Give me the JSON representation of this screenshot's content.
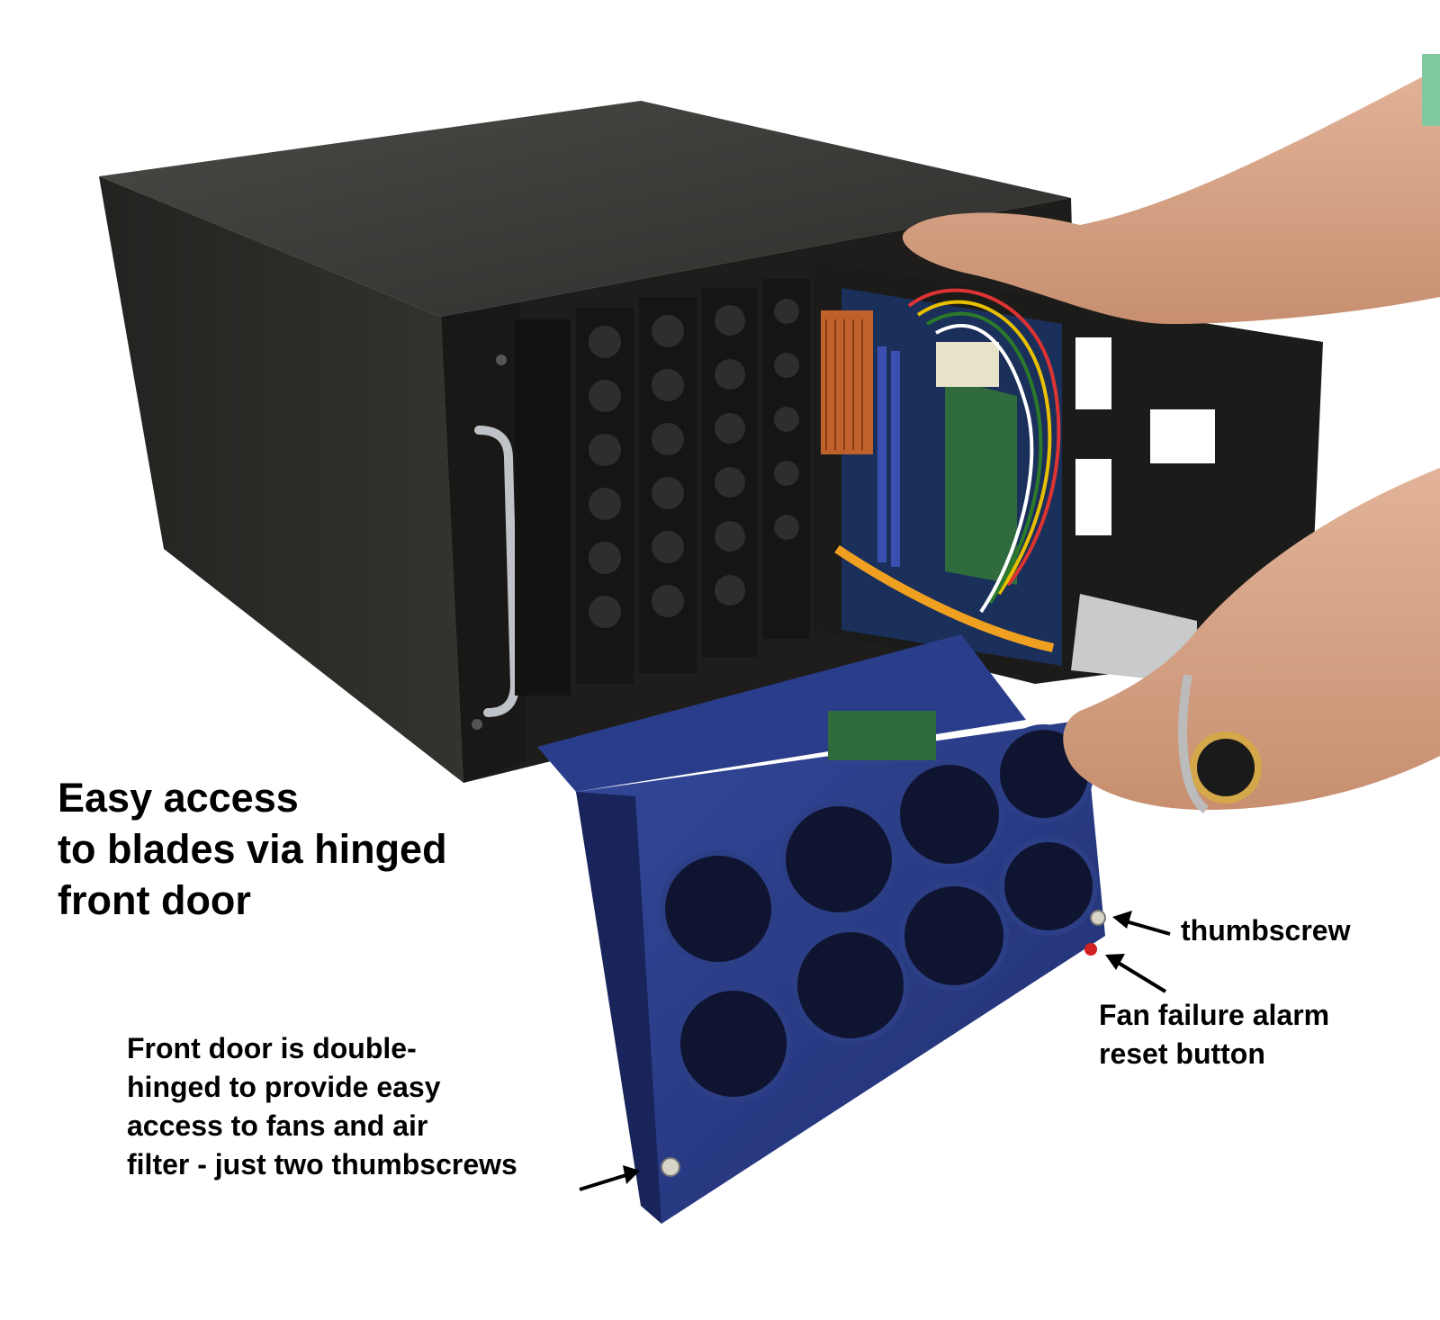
{
  "headline": {
    "lines": [
      "Easy access",
      "to blades via hinged",
      "front door"
    ]
  },
  "front_door_note": {
    "lines": [
      "Front door is double-",
      "hinged to provide easy",
      "access to fans and air",
      "filter - just two thumbscrews"
    ]
  },
  "thumbscrew_label": "thumbscrew",
  "alarm_label": {
    "lines": [
      "Fan failure alarm",
      "reset button"
    ]
  },
  "colors": {
    "chassis": "#2b2a28",
    "chassis_top": "#3a3936",
    "front_door": "#2c3e86",
    "circuit_board": "#2f6b3c",
    "heatsink": "#c0602a",
    "skin": "#d9a88a",
    "handle": "#bfc3c7"
  }
}
